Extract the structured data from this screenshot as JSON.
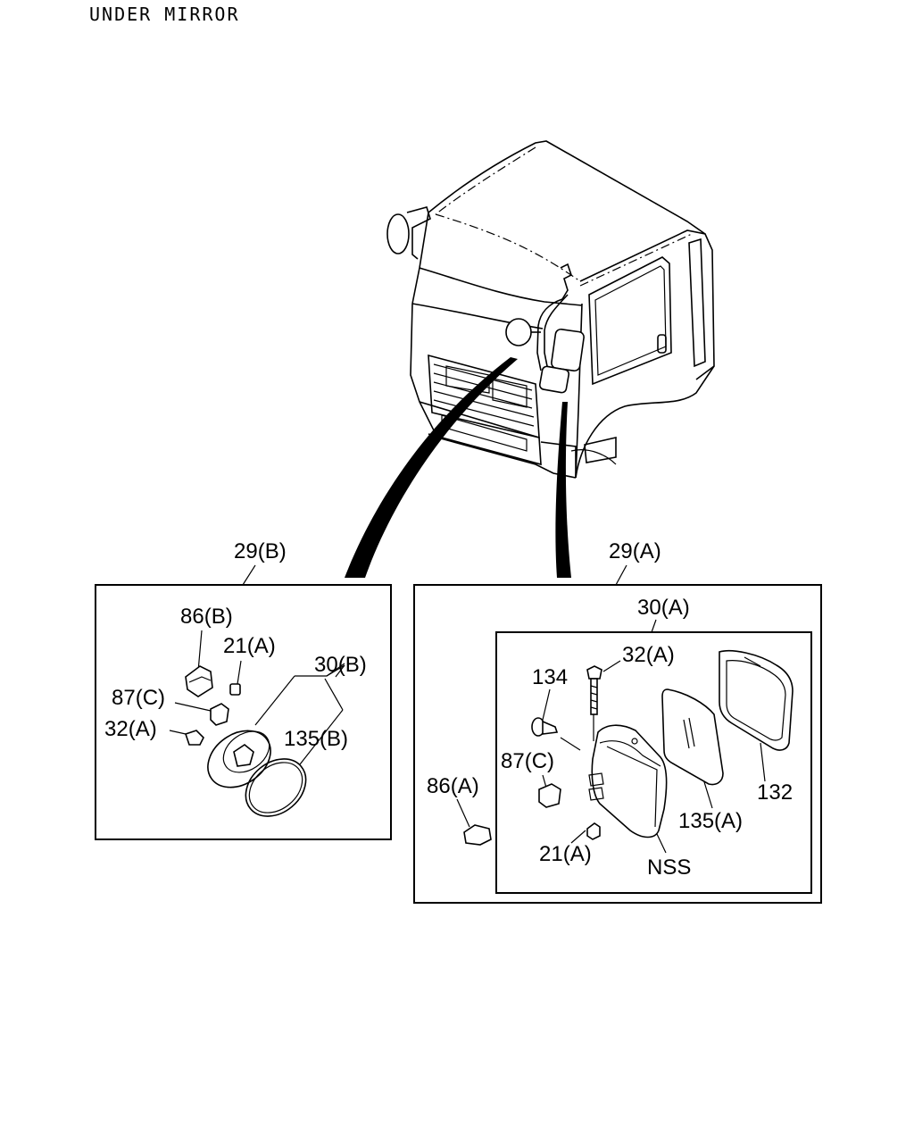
{
  "title": "UNDER MIRROR",
  "left_group": {
    "label": "29(B)",
    "parts": {
      "p86B": "86(B)",
      "p21A": "21(A)",
      "p30B": "30(B)",
      "p87C": "87(C)",
      "p32A": "32(A)",
      "p135B": "135(B)"
    }
  },
  "right_group": {
    "label": "29(A)",
    "sub_label": "30(A)",
    "parts": {
      "p32A": "32(A)",
      "p134": "134",
      "p87C": "87(C)",
      "p86A": "86(A)",
      "p21A": "21(A)",
      "p135A": "135(A)",
      "p132": "132",
      "pNSS": "NSS"
    }
  }
}
